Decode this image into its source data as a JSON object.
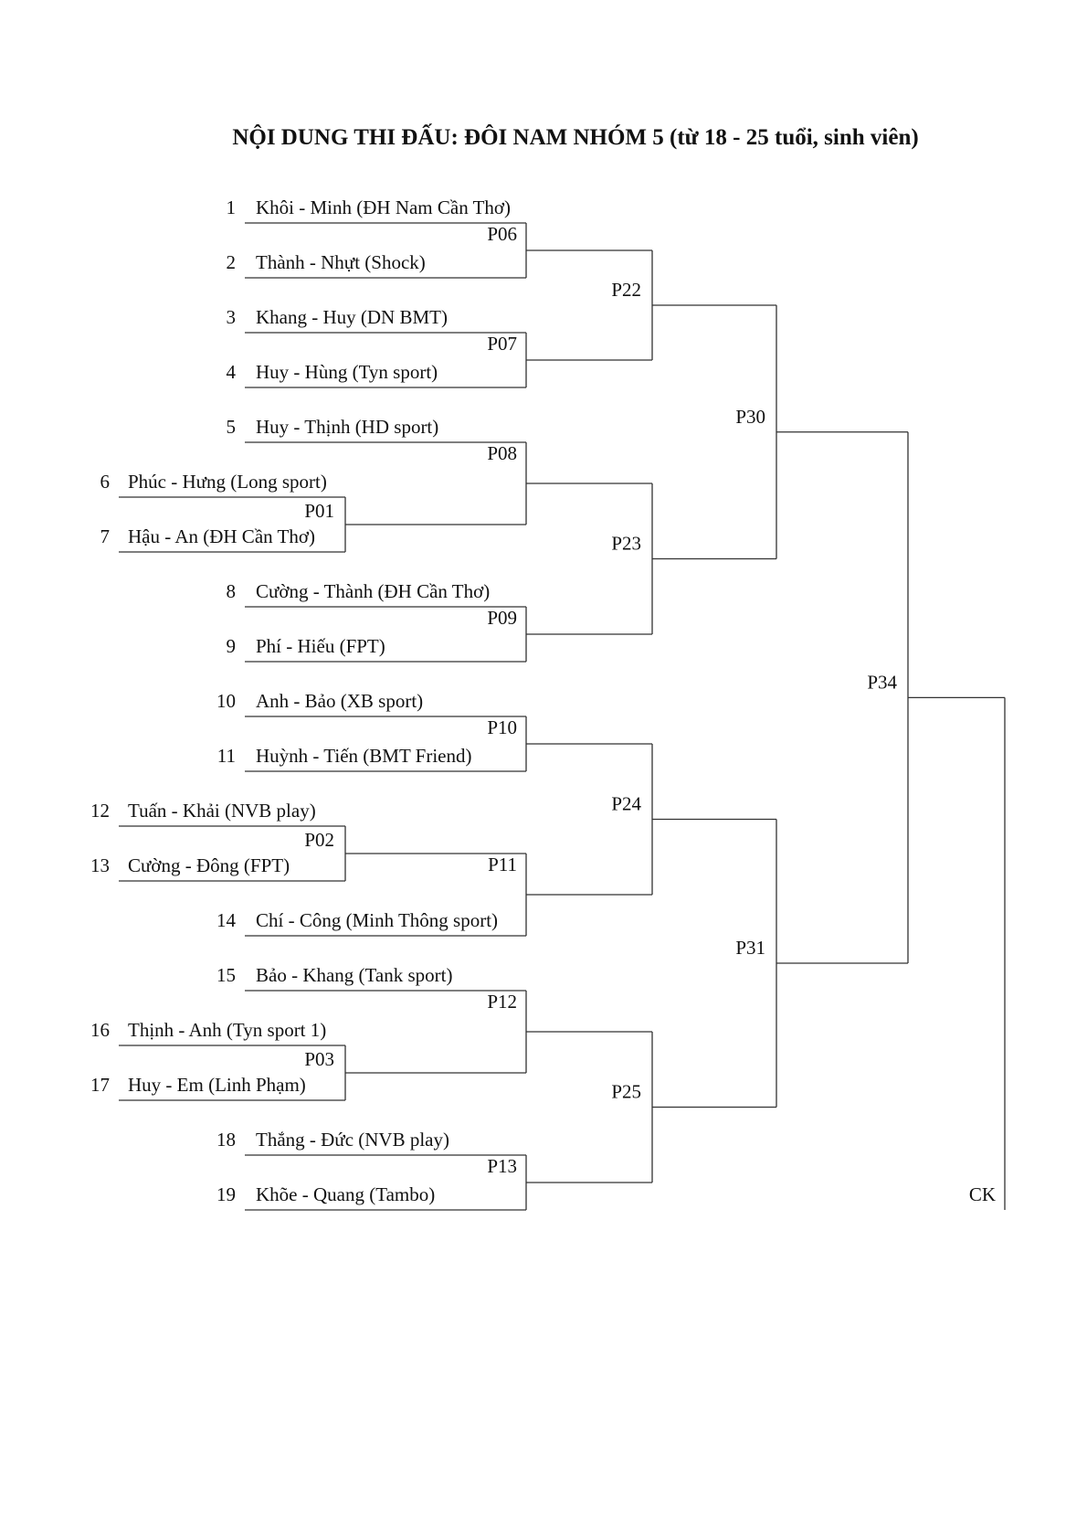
{
  "title": "NỘI DUNG THI ĐẤU: ĐÔI NAM NHÓM 5 (từ 18 - 25 tuổi, sinh viên)",
  "teams": [
    {
      "seed": "1",
      "name": "Khôi - Minh (ĐH Nam Cần Thơ)"
    },
    {
      "seed": "2",
      "name": "Thành - Nhựt (Shock)"
    },
    {
      "seed": "3",
      "name": "Khang - Huy (DN BMT)"
    },
    {
      "seed": "4",
      "name": "Huy - Hùng (Tyn sport)"
    },
    {
      "seed": "5",
      "name": "Huy - Thịnh (HD sport)"
    },
    {
      "seed": "6",
      "name": "Phúc - Hưng (Long sport)"
    },
    {
      "seed": "7",
      "name": "Hậu - An (ĐH Cần Thơ)"
    },
    {
      "seed": "8",
      "name": "Cường - Thành (ĐH Cần Thơ)"
    },
    {
      "seed": "9",
      "name": "Phí - Hiếu (FPT)"
    },
    {
      "seed": "10",
      "name": "Anh - Bảo (XB sport)"
    },
    {
      "seed": "11",
      "name": "Huỳnh - Tiến (BMT Friend)"
    },
    {
      "seed": "12",
      "name": "Tuấn - Khải (NVB play)"
    },
    {
      "seed": "13",
      "name": "Cường - Đông (FPT)"
    },
    {
      "seed": "14",
      "name": "Chí - Công (Minh Thông sport)"
    },
    {
      "seed": "15",
      "name": "Bảo - Khang (Tank sport)"
    },
    {
      "seed": "16",
      "name": "Thịnh - Anh (Tyn sport 1)"
    },
    {
      "seed": "17",
      "name": "Huy - Em (Linh Phạm)"
    },
    {
      "seed": "18",
      "name": "Thắng - Đức (NVB play)"
    },
    {
      "seed": "19",
      "name": "Khõe - Quang (Tambo)"
    }
  ],
  "matches": {
    "prelim": [
      "P01",
      "P02",
      "P03"
    ],
    "round1": [
      "P06",
      "P07",
      "P08",
      "P09",
      "P10",
      "P11",
      "P12",
      "P13"
    ],
    "round2": [
      "P22",
      "P23",
      "P24",
      "P25"
    ],
    "semis": [
      "P30",
      "P31"
    ],
    "final": "P34",
    "champion": "CK"
  }
}
